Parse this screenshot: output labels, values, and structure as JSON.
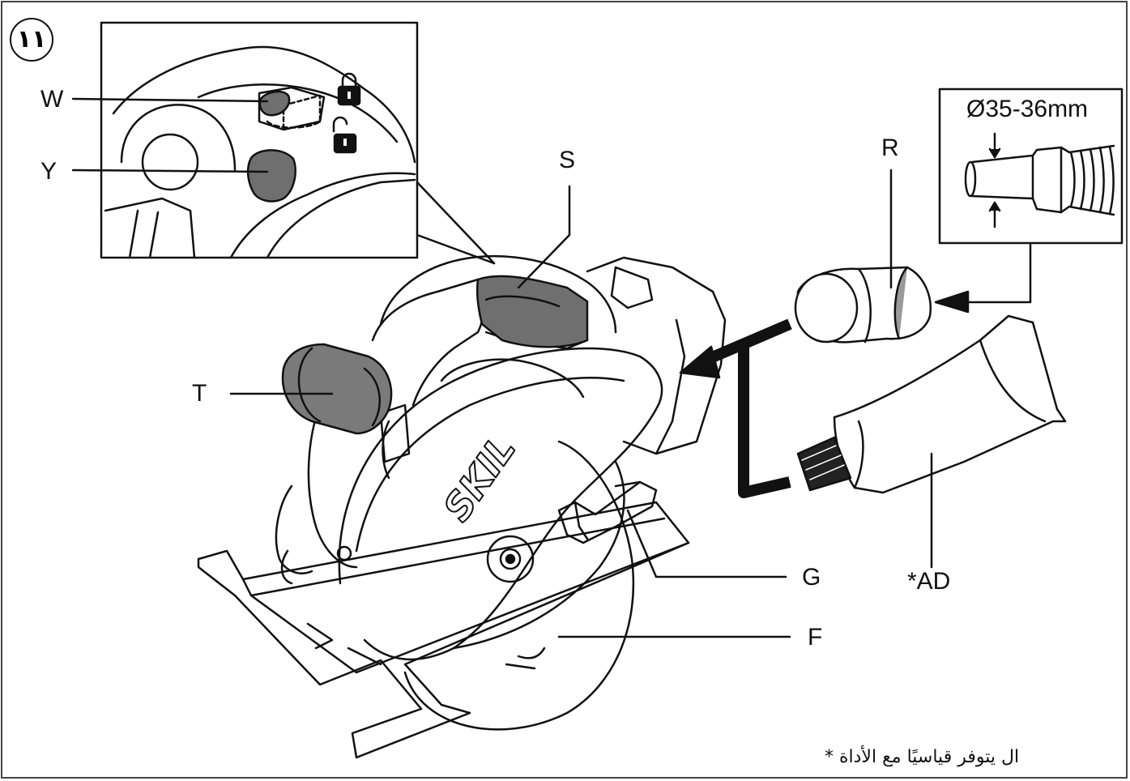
{
  "figure": {
    "number": "١١"
  },
  "labels": {
    "W": "W",
    "Y": "Y",
    "S": "S",
    "R": "R",
    "T": "T",
    "G": "G",
    "F": "F",
    "AD": "*AD"
  },
  "inset_size": {
    "text": "Ø35-36mm"
  },
  "footnote": {
    "star": "*",
    "text": "ال يتوفر قياسيًا مع الأداة"
  },
  "icons": [
    "lock-closed-icon",
    "lock-open-icon"
  ],
  "colors": {
    "line": "#111111",
    "fill_dark": "#6f6f6f",
    "fill_mid": "#9a9a9a",
    "bg": "#ffffff"
  }
}
